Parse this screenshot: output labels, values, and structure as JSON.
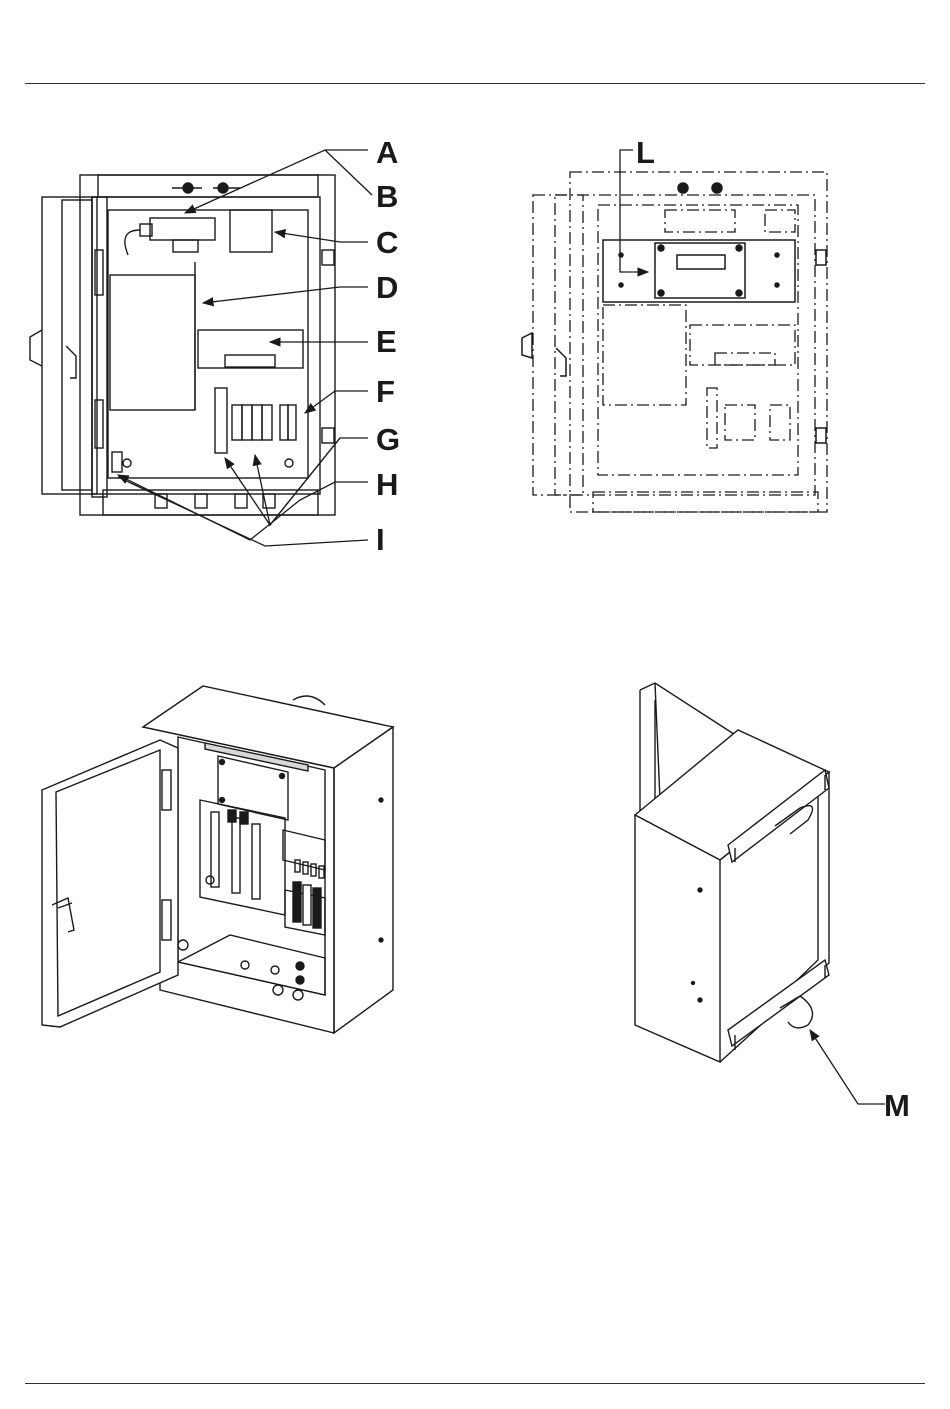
{
  "callouts": {
    "A": "A",
    "B": "B",
    "C": "C",
    "D": "D",
    "E": "E",
    "F": "F",
    "G": "G",
    "H": "H",
    "I": "I",
    "L": "L",
    "M": "M"
  },
  "colors": {
    "line": "#1a1a1a",
    "paper": "#ffffff",
    "shade": "#d8d8d8"
  }
}
